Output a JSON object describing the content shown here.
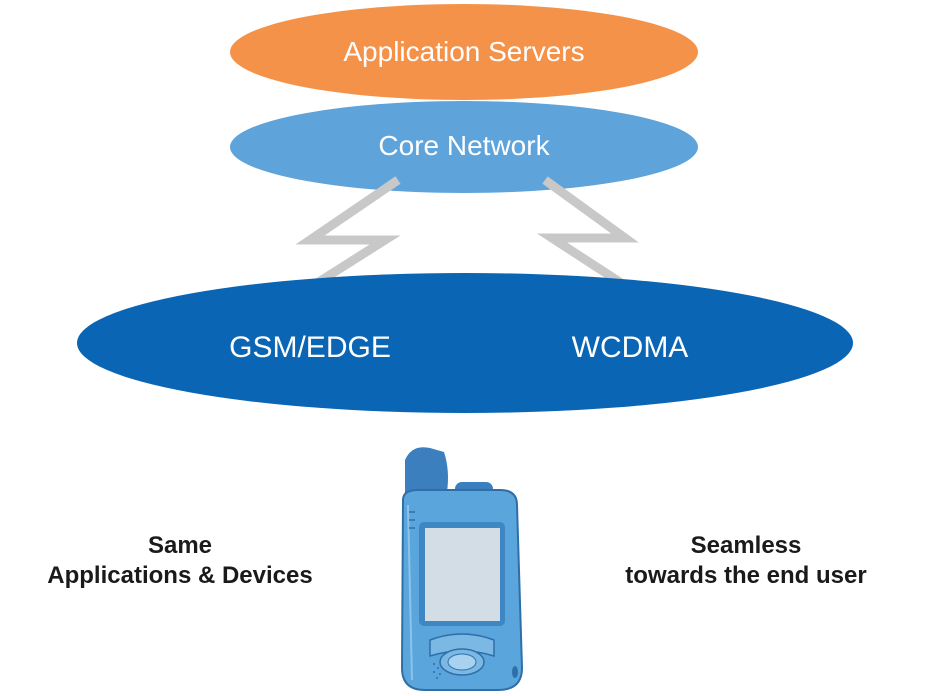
{
  "diagram": {
    "top_node": {
      "label": "Application Servers",
      "color": "#f5924a"
    },
    "core_node": {
      "label": "Core Network",
      "color": "#5ea3da"
    },
    "access_node": {
      "labels": [
        "GSM/EDGE",
        "WCDMA"
      ],
      "color": "#0a66b4"
    },
    "link_color": "#c8c8c8",
    "device": {
      "icon": "mobile-handset-icon",
      "body_color": "#5aa5dc",
      "screen_color": "#d3dde5"
    },
    "captions": {
      "left": {
        "line1": "Same",
        "line2": "Applications & Devices"
      },
      "right": {
        "line1": "Seamless",
        "line2": "towards the end user"
      }
    }
  }
}
